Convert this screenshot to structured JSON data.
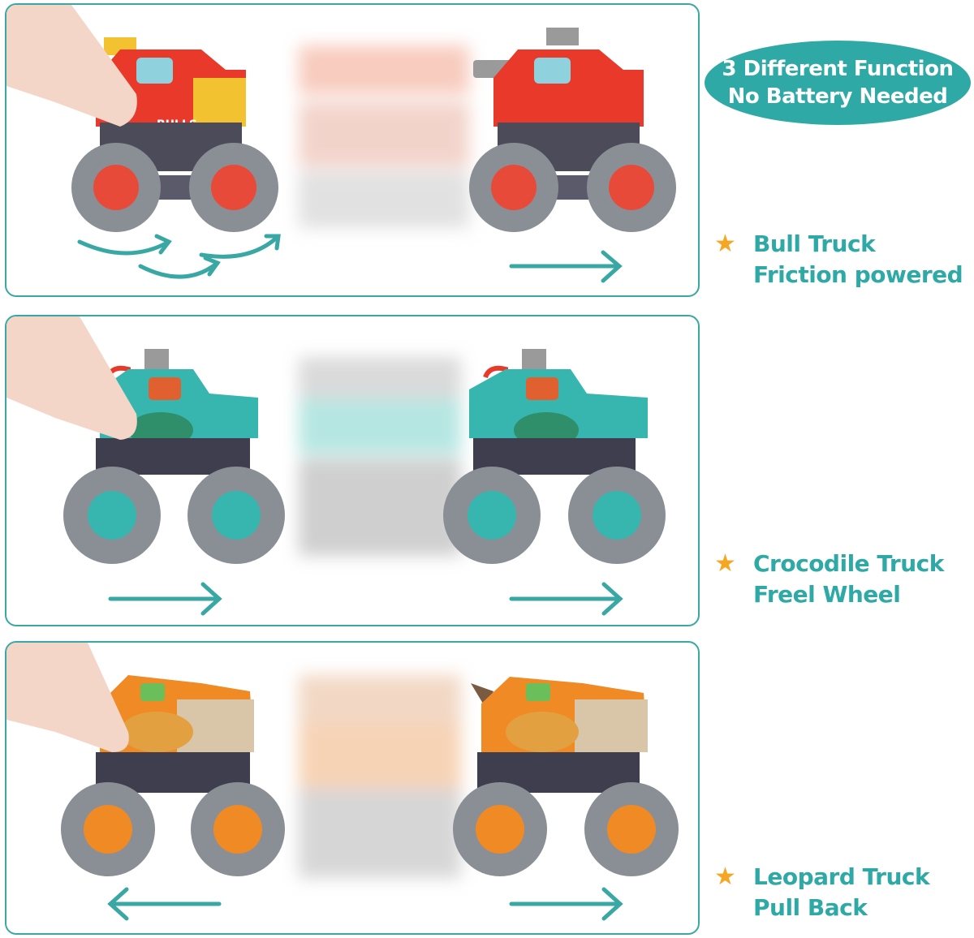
{
  "badge": {
    "line1": "3 Different Function",
    "line2": "No Battery Needed",
    "color": "#2fa9a5"
  },
  "features": [
    {
      "icon": "star-icon",
      "title": "Bull Truck",
      "subtitle": "Friction powered"
    },
    {
      "icon": "star-icon",
      "title": "Crocodile Truck",
      "subtitle": "Freel Wheel"
    },
    {
      "icon": "star-icon",
      "title": "Leopard Truck",
      "subtitle": "Pull Back"
    }
  ],
  "truck_decals": {
    "bull": "BULLS"
  },
  "colors": {
    "accent": "#39a8a4",
    "star": "#f5a623",
    "bull_body": "#e8392b",
    "croc_body": "#36b6ae",
    "leopard_body": "#f08a24"
  }
}
